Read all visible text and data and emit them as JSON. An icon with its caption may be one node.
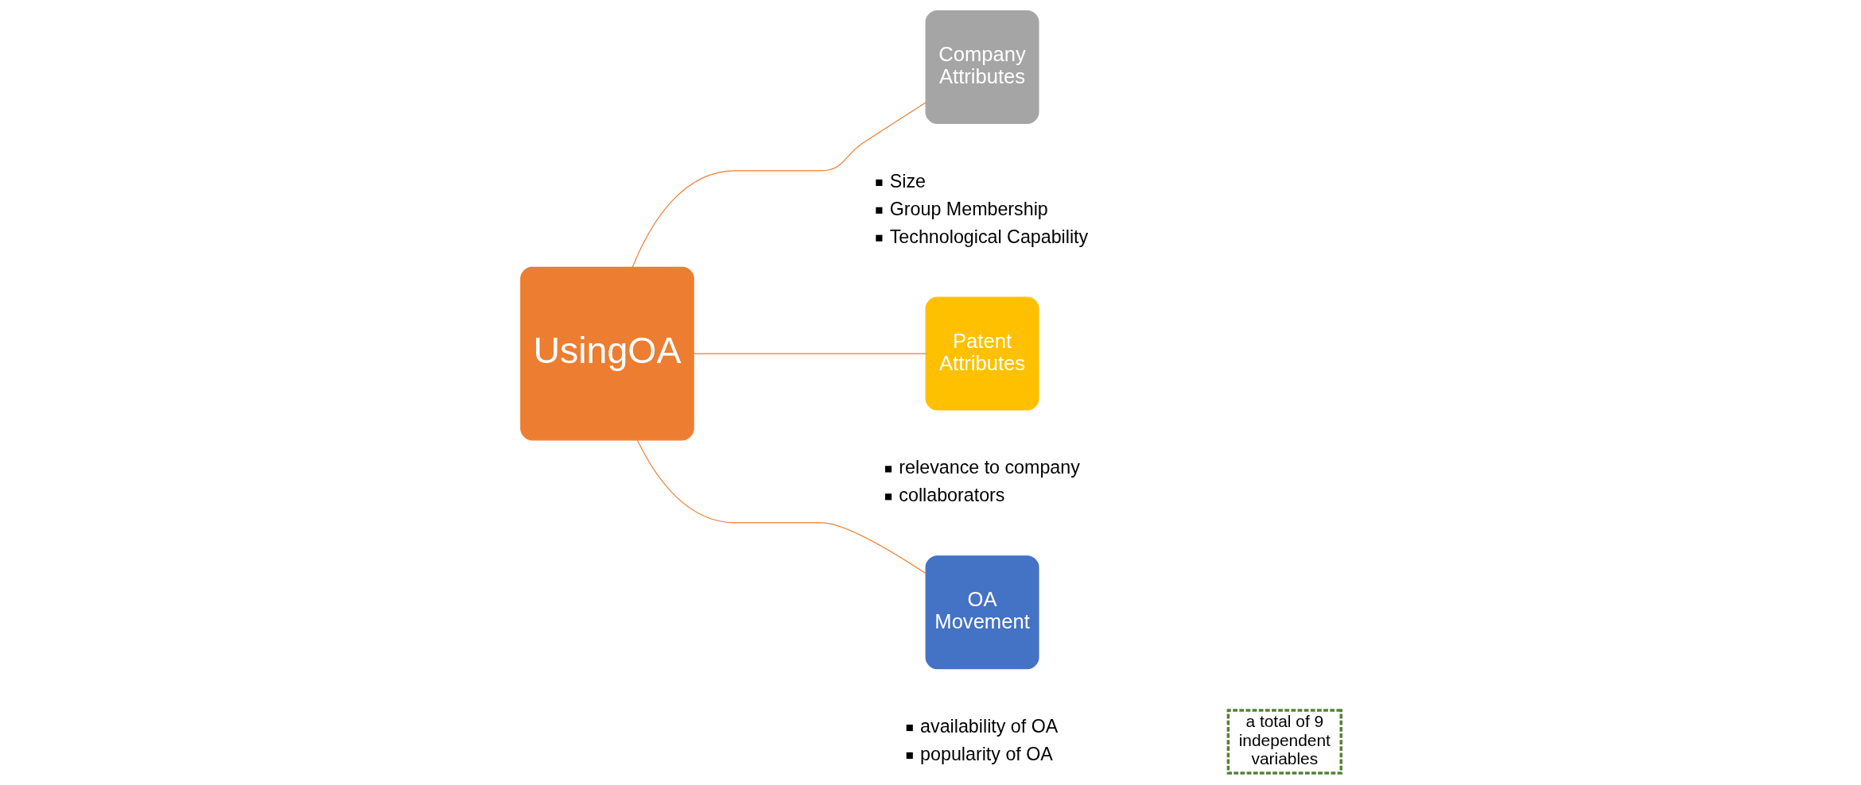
{
  "diagram": {
    "nodes": [
      {
        "text": [
          "UsingOA"
        ]
      },
      {
        "text": [
          "Company Attributes"
        ],
        "beside": [
          "Size",
          "Group Membership",
          "Technological Capability"
        ]
      },
      {
        "text": [
          "Patent Attributes"
        ],
        "beside": [
          "relevance to company",
          "collaborators"
        ]
      },
      {
        "text": [
          "OA Movement"
        ],
        "beside": [
          "availability of OA",
          "popularity of OA"
        ]
      },
      {
        "text": [
          "a total of 9 independent variables"
        ]
      }
    ],
    "edges": [
      {
        "from": 0,
        "to": 1,
        "arrow": "none"
      },
      {
        "from": 0,
        "to": 2,
        "arrow": "none"
      },
      {
        "from": 0,
        "to": 3,
        "arrow": "none"
      }
    ]
  }
}
